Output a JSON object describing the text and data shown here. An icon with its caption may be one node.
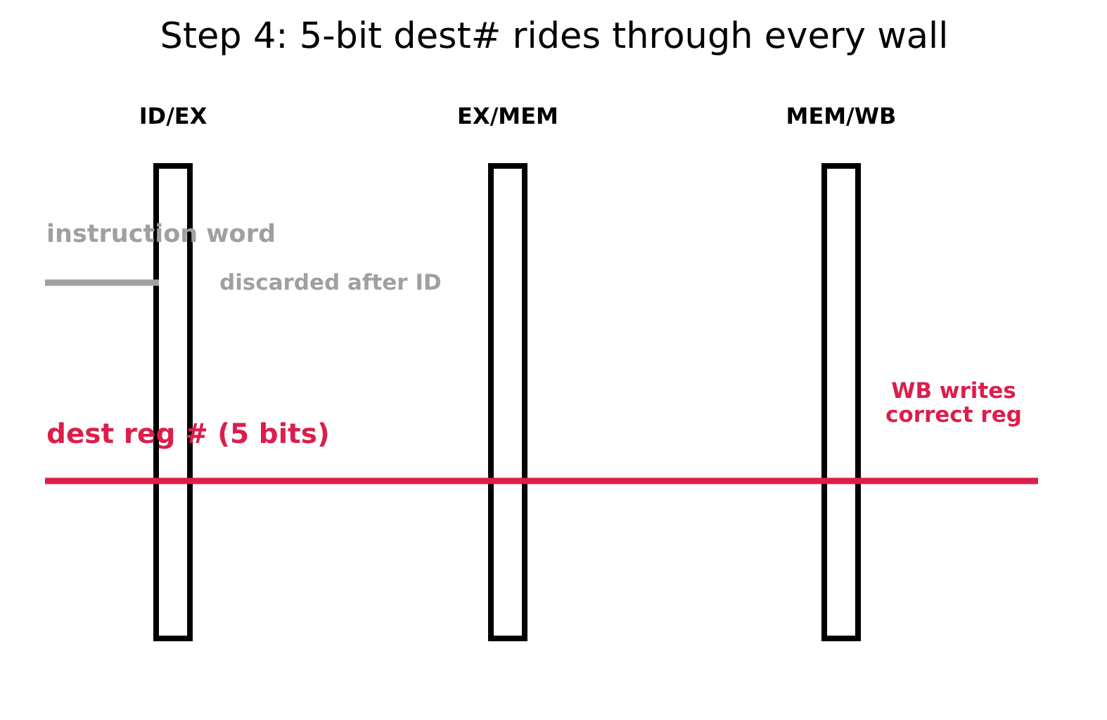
{
  "diagram": {
    "title": "Step 4: 5-bit dest# rides through every wall",
    "nodes": [
      {
        "text": [
          "ID/EX"
        ]
      },
      {
        "text": [
          "EX/MEM"
        ]
      },
      {
        "text": [
          "MEM/WB"
        ]
      }
    ],
    "edges": [
      {
        "from": null,
        "to": 0,
        "arrow": "none",
        "color": "#a0a0a0"
      },
      {
        "from": null,
        "to": 0,
        "arrow": "none"
      },
      {
        "from": 0,
        "to": 1,
        "arrow": "none"
      },
      {
        "from": 1,
        "to": 2,
        "arrow": "none"
      },
      {
        "from": 2,
        "to": null,
        "arrow": "none"
      }
    ],
    "labels": [
      "instruction word",
      "discarded after ID",
      "WB writes correct reg",
      "dest reg # (5 bits)"
    ]
  }
}
